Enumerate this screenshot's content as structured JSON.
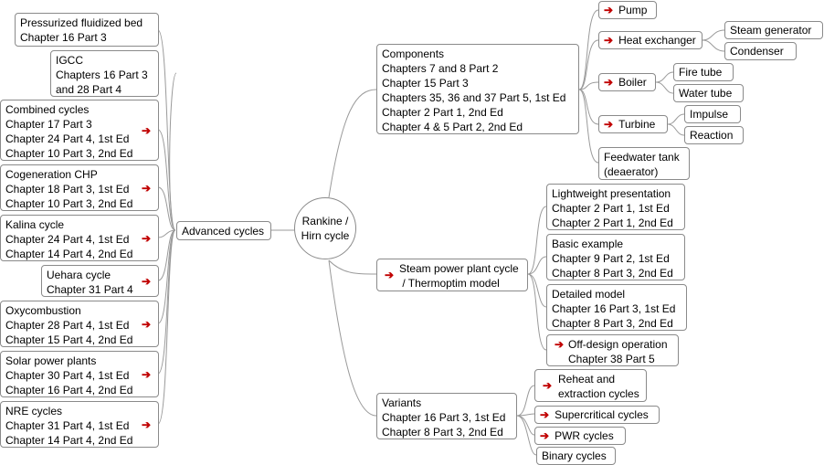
{
  "center": {
    "lines": [
      "Rankine /",
      "Hirn cycle"
    ]
  },
  "advanced": {
    "label": "Advanced cycles"
  },
  "left_nodes": {
    "pfb": {
      "lines": [
        "Pressurized fluidized bed",
        "Chapter 16 Part 3"
      ]
    },
    "igcc": {
      "lines": [
        "IGCC",
        "Chapters 16 Part 3",
        "and 28 Part 4"
      ]
    },
    "combined": {
      "lines": [
        "Combined cycles",
        "Chapter 17 Part 3",
        "Chapter 24 Part 4, 1st Ed",
        "Chapter 10 Part 3, 2nd Ed"
      ]
    },
    "chp": {
      "lines": [
        "Cogeneration CHP",
        "Chapter 18 Part 3, 1st Ed",
        "Chapter 10 Part 3, 2nd Ed"
      ]
    },
    "kalina": {
      "lines": [
        "Kalina cycle",
        "Chapter 24 Part 4, 1st Ed",
        "Chapter 14 Part 4, 2nd Ed"
      ]
    },
    "uehara": {
      "lines": [
        "Uehara cycle",
        "Chapter 31 Part 4"
      ]
    },
    "oxy": {
      "lines": [
        "Oxycombustion",
        "Chapter 28 Part 4, 1st Ed",
        "Chapter 15 Part 4, 2nd Ed"
      ]
    },
    "solar": {
      "lines": [
        "Solar power plants",
        "Chapter 30 Part 4, 1st Ed",
        "Chapter 16 Part 4, 2nd Ed"
      ]
    },
    "nre": {
      "lines": [
        "NRE cycles",
        "Chapter 31 Part 4, 1st Ed",
        "Chapter 14 Part 4, 2nd Ed"
      ]
    }
  },
  "components": {
    "lines": [
      "Components",
      "Chapters 7 and 8 Part 2",
      "Chapter 15 Part 3",
      "Chapters 35, 36 and 37 Part 5, 1st Ed",
      "Chapter 2 Part 1, 2nd Ed",
      "Chapter 4 & 5 Part 2, 2nd Ed"
    ]
  },
  "comp_children": {
    "pump": {
      "label": "Pump"
    },
    "hx": {
      "label": "Heat exchanger"
    },
    "steam_gen": {
      "label": "Steam generator"
    },
    "condenser": {
      "label": "Condenser"
    },
    "boiler": {
      "label": "Boiler"
    },
    "fire_tube": {
      "label": "Fire tube"
    },
    "water_tube": {
      "label": "Water tube"
    },
    "turbine": {
      "label": "Turbine"
    },
    "impulse": {
      "label": "Impulse"
    },
    "reaction": {
      "label": "Reaction"
    },
    "feedwater": {
      "lines": [
        "Feedwater tank",
        "(deaerator)"
      ]
    }
  },
  "steam": {
    "lines": [
      "Steam power plant cycle",
      " / Thermoptim model"
    ]
  },
  "steam_children": {
    "lightweight": {
      "lines": [
        "Lightweight presentation",
        "Chapter 2 Part 1, 1st Ed",
        "Chapter 2 Part 1, 2nd Ed"
      ]
    },
    "basic": {
      "lines": [
        "Basic example",
        "Chapter 9 Part 2, 1st Ed",
        "Chapter 8 Part 3, 2nd Ed"
      ]
    },
    "detailed": {
      "lines": [
        "Detailed model",
        "Chapter 16 Part 3, 1st Ed",
        "Chapter 8 Part 3, 2nd Ed"
      ]
    },
    "offdesign": {
      "lines": [
        "Off-design operation",
        "Chapter 38 Part 5"
      ]
    }
  },
  "variants": {
    "lines": [
      "Variants",
      "Chapter 16 Part 3, 1st Ed",
      "Chapter 8 Part 3, 2nd Ed"
    ]
  },
  "variant_children": {
    "reheat": {
      "lines": [
        "Reheat and",
        "extraction cycles"
      ]
    },
    "supercritical": {
      "label": "Supercritical cycles"
    },
    "pwr": {
      "label": "PWR cycles"
    },
    "binary": {
      "label": "Binary cycles"
    }
  },
  "icons": {
    "link_arrow": "➔",
    "arrow_color": "#c00000"
  },
  "colors": {
    "line": "#9a9a9a",
    "border": "#8a8a8a"
  }
}
